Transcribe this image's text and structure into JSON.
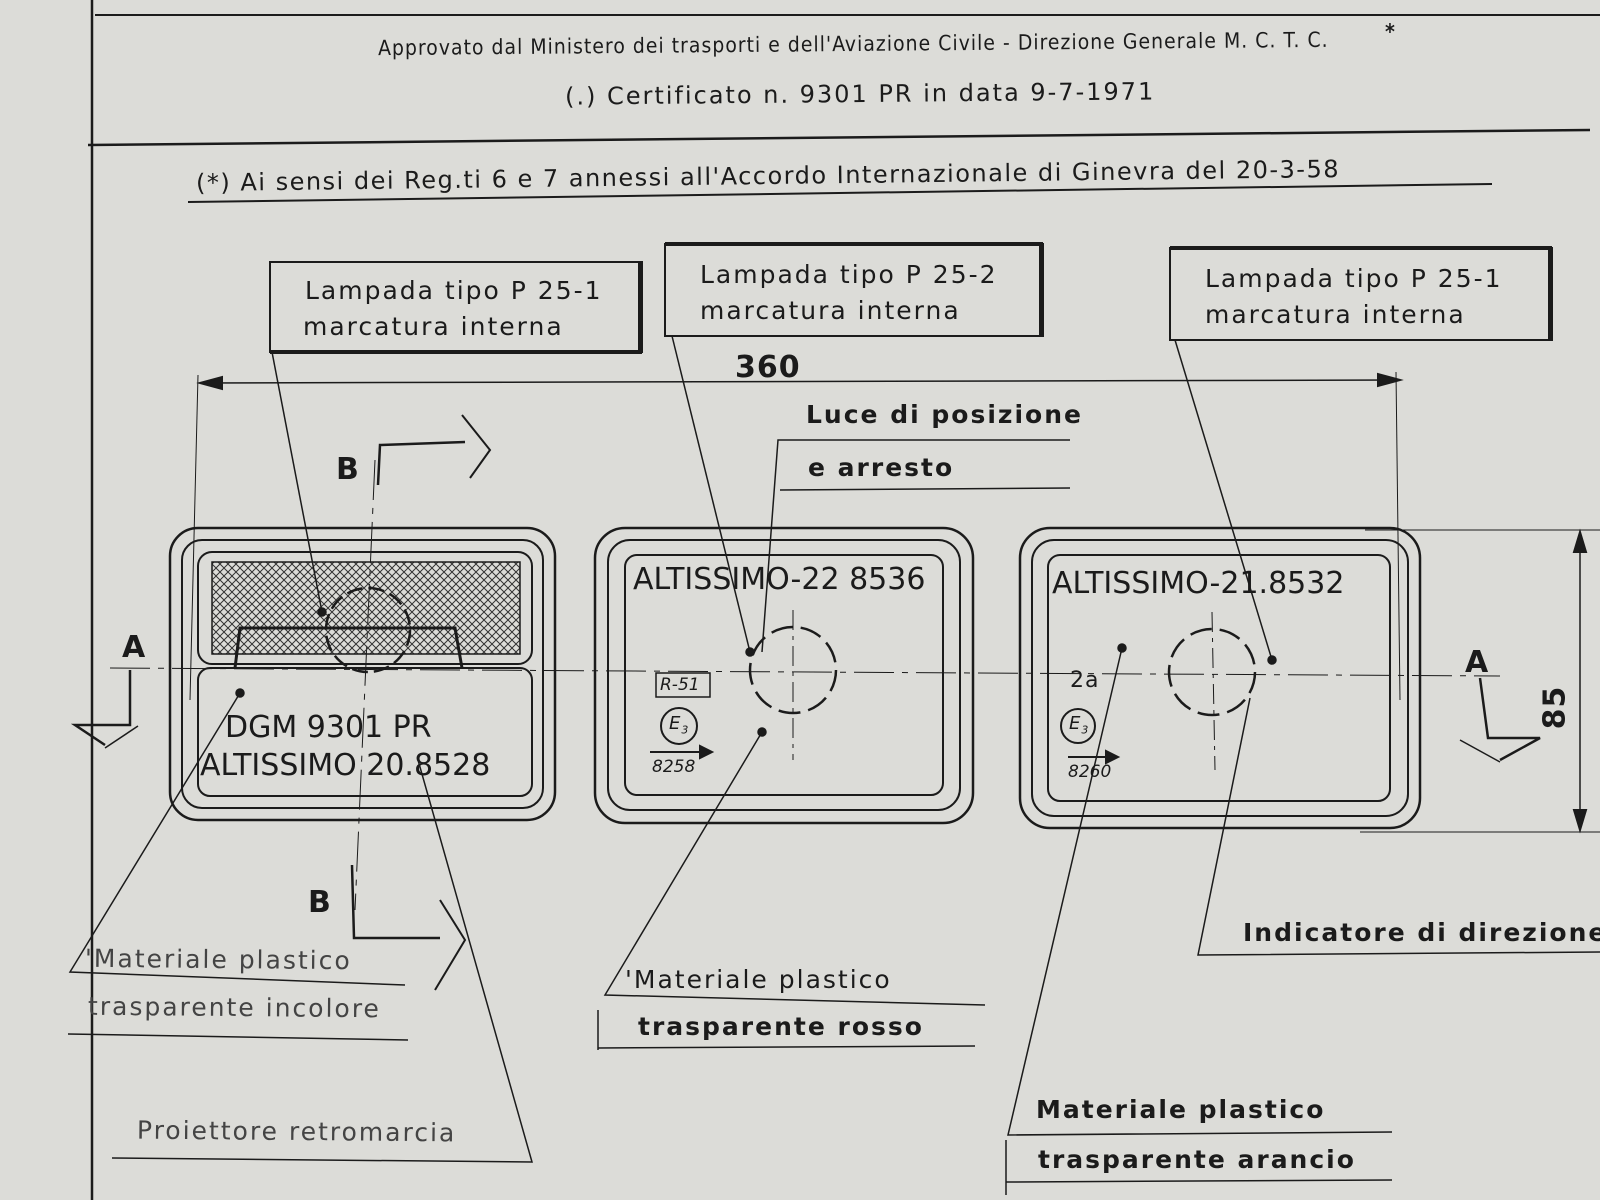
{
  "header": {
    "approval": "Approvato dal Ministero dei trasporti e dell'Aviazione Civile - Direzione Generale M. C. T. C.",
    "asterisk": "*",
    "certificate": "(.)  Certificato n. 9301 PR in data 9-7-1971",
    "regulation_note": "(*) Ai sensi dei Reg.ti 6 e 7 annessi all'Accordo Internazionale di Ginevra del 20-3-58"
  },
  "callouts": {
    "lamp_left": [
      "Lampada tipo P 25-1",
      "marcatura interna"
    ],
    "lamp_center": [
      "Lampada tipo P 25-2",
      "marcatura interna"
    ],
    "lamp_right": [
      "Lampada tipo P 25-1",
      "marcatura interna"
    ],
    "position_light": [
      "Luce di posizione",
      "e arresto"
    ],
    "plastic_clear": [
      "'Materiale plastico",
      "trasparente incolore"
    ],
    "plastic_red": [
      "'Materiale plastico",
      "trasparente rosso"
    ],
    "plastic_orange": [
      "Materiale plastico",
      "trasparente arancio"
    ],
    "reverse_light": "Proiettore retromarcia",
    "direction_indicator": "Indicatore di direzione"
  },
  "dimensions": {
    "width": "360",
    "height": "85"
  },
  "sections": {
    "a": "A",
    "b": "B"
  },
  "lamps": {
    "left": {
      "line1": "DGM 9301 PR",
      "line2": "ALTISSIMO 20.8528"
    },
    "center": {
      "code": "ALTISSIMO-22 8536",
      "reg": "R-51",
      "e_mark": "E",
      "e_sub": "3",
      "number": "8258"
    },
    "right": {
      "code": "ALTISSIMO-21.8532",
      "category": "2a",
      "e_mark": "E",
      "e_sub": "3",
      "number": "8260"
    }
  }
}
